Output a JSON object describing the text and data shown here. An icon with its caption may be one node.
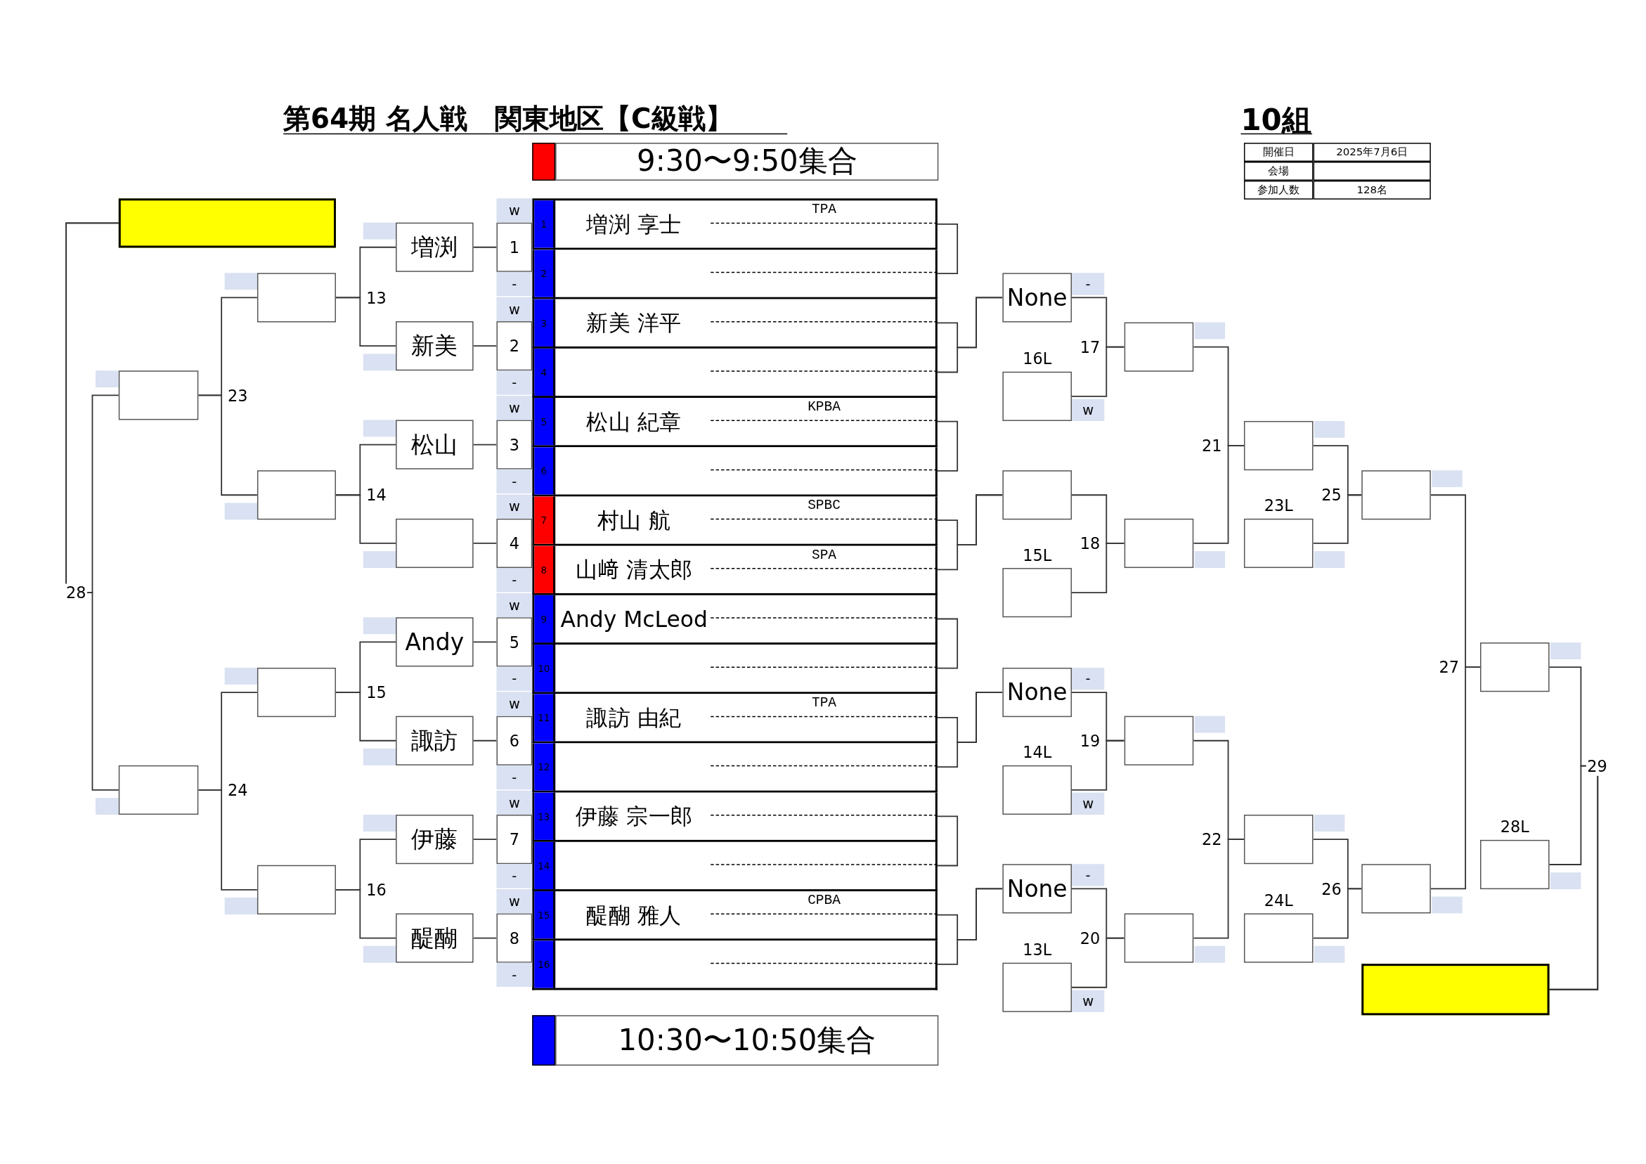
{
  "diagram": {
    "title": "第64期 名人戦　関東地区【C級戦】",
    "nodes": [
      {
        "text": [
          "1",
          "増渕 享士",
          "TPA"
        ]
      },
      {
        "text": [
          "2"
        ]
      },
      {
        "text": [
          "3",
          "新美 洋平"
        ]
      },
      {
        "text": [
          "4"
        ]
      },
      {
        "text": [
          "5",
          "松山 紀章",
          "KPBA"
        ]
      },
      {
        "text": [
          "6"
        ]
      },
      {
        "text": [
          "7",
          "村山 航",
          "SPBC"
        ]
      },
      {
        "text": [
          "8",
          "山﨑 清太郎",
          "SPA"
        ]
      },
      {
        "text": [
          "9",
          "Andy McLeod"
        ]
      },
      {
        "text": [
          "10"
        ]
      },
      {
        "text": [
          "11",
          "諏訪 由紀",
          "TPA"
        ]
      },
      {
        "text": [
          "12"
        ]
      },
      {
        "text": [
          "13",
          "伊藤 宗一郎"
        ]
      },
      {
        "text": [
          "14"
        ]
      },
      {
        "text": [
          "15",
          "醍醐 雅人",
          "CPBA"
        ]
      },
      {
        "text": [
          "16"
        ]
      },
      {
        "text": [
          "1"
        ],
        "beside": [
          "w",
          "-"
        ]
      },
      {
        "text": [
          "2"
        ],
        "beside": [
          "w",
          "-"
        ]
      },
      {
        "text": [
          "3"
        ],
        "beside": [
          "w",
          "-"
        ]
      },
      {
        "text": [
          "4"
        ],
        "beside": [
          "w",
          "-"
        ]
      },
      {
        "text": [
          "5"
        ],
        "beside": [
          "w",
          "-"
        ]
      },
      {
        "text": [
          "6"
        ],
        "beside": [
          "w",
          "-"
        ]
      },
      {
        "text": [
          "7"
        ],
        "beside": [
          "w",
          "-"
        ]
      },
      {
        "text": [
          "8"
        ],
        "beside": [
          "w",
          "-"
        ]
      },
      {
        "text": [
          "増渕"
        ]
      },
      {
        "text": [
          "新美"
        ]
      },
      {
        "text": [
          "松山"
        ]
      },
      {
        "text": [],
        "shape": "box"
      },
      {
        "text": [
          "Andy"
        ]
      },
      {
        "text": [
          "諏訪"
        ]
      },
      {
        "text": [
          "伊藤"
        ]
      },
      {
        "text": [
          "醍醐"
        ]
      },
      {
        "text": [],
        "shape": "box"
      },
      {
        "text": [],
        "shape": "box"
      },
      {
        "text": [],
        "shape": "box"
      },
      {
        "text": [],
        "shape": "box"
      },
      {
        "text": [],
        "shape": "box"
      },
      {
        "text": [],
        "shape": "box"
      },
      {
        "text": [],
        "shape": "box"
      },
      {
        "text": [
          "None"
        ],
        "beside": [
          "-"
        ]
      },
      {
        "text": [],
        "shape": "box",
        "beside": [
          "16L",
          "w"
        ]
      },
      {
        "text": [],
        "shape": "box"
      },
      {
        "text": [],
        "shape": "box",
        "beside": [
          "15L"
        ]
      },
      {
        "text": [
          "None"
        ],
        "beside": [
          "-"
        ]
      },
      {
        "text": [],
        "shape": "box",
        "beside": [
          "14L",
          "w"
        ]
      },
      {
        "text": [
          "None"
        ],
        "beside": [
          "-"
        ]
      },
      {
        "text": [],
        "shape": "box",
        "beside": [
          "13L",
          "w"
        ]
      },
      {
        "text": [],
        "shape": "box"
      },
      {
        "text": [],
        "shape": "box"
      },
      {
        "text": [],
        "shape": "box"
      },
      {
        "text": [],
        "shape": "box"
      },
      {
        "text": [],
        "shape": "box"
      },
      {
        "text": [],
        "shape": "box",
        "beside": [
          "23L"
        ]
      },
      {
        "text": [],
        "shape": "box"
      },
      {
        "text": [],
        "shape": "box",
        "beside": [
          "24L"
        ]
      },
      {
        "text": [],
        "shape": "box"
      },
      {
        "text": [],
        "shape": "box"
      },
      {
        "text": [],
        "shape": "box"
      },
      {
        "text": [],
        "shape": "box",
        "beside": [
          "28L"
        ]
      },
      {
        "text": [],
        "shape": "box"
      }
    ],
    "edges": [
      {
        "from": 16,
        "to": 24,
        "arrow": "none"
      },
      {
        "from": 17,
        "to": 25,
        "arrow": "none"
      },
      {
        "from": 18,
        "to": 26,
        "arrow": "none"
      },
      {
        "from": 19,
        "to": 27,
        "arrow": "none"
      },
      {
        "from": 20,
        "to": 28,
        "arrow": "none"
      },
      {
        "from": 21,
        "to": 29,
        "arrow": "none"
      },
      {
        "from": 22,
        "to": 30,
        "arrow": "none"
      },
      {
        "from": 23,
        "to": 31,
        "arrow": "none"
      },
      {
        "from": 24,
        "to": 32,
        "arrow": "none",
        "label": "13"
      },
      {
        "from": 25,
        "to": 32,
        "arrow": "none"
      },
      {
        "from": 26,
        "to": 33,
        "arrow": "none",
        "label": "14"
      },
      {
        "from": 27,
        "to": 33,
        "arrow": "none"
      },
      {
        "from": 28,
        "to": 34,
        "arrow": "none",
        "label": "15"
      },
      {
        "from": 29,
        "to": 34,
        "arrow": "none"
      },
      {
        "from": 30,
        "to": 35,
        "arrow": "none",
        "label": "16"
      },
      {
        "from": 31,
        "to": 35,
        "arrow": "none"
      },
      {
        "from": 32,
        "to": 36,
        "arrow": "none",
        "label": "23"
      },
      {
        "from": 33,
        "to": 36,
        "arrow": "none"
      },
      {
        "from": 34,
        "to": 37,
        "arrow": "none",
        "label": "24"
      },
      {
        "from": 35,
        "to": 37,
        "arrow": "none"
      },
      {
        "from": 36,
        "to": 38,
        "arrow": "none",
        "label": "28"
      },
      {
        "from": 37,
        "to": 38,
        "arrow": "none"
      },
      {
        "from": 0,
        "to": 1,
        "arrow": "none"
      },
      {
        "from": 2,
        "to": 39,
        "arrow": "none"
      },
      {
        "from": 3,
        "to": 39,
        "arrow": "none"
      },
      {
        "from": 4,
        "to": 5,
        "arrow": "none"
      },
      {
        "from": 6,
        "to": 41,
        "arrow": "none"
      },
      {
        "from": 7,
        "to": 41,
        "arrow": "none"
      },
      {
        "from": 8,
        "to": 9,
        "arrow": "none"
      },
      {
        "from": 10,
        "to": 43,
        "arrow": "none"
      },
      {
        "from": 11,
        "to": 43,
        "arrow": "none"
      },
      {
        "from": 12,
        "to": 13,
        "arrow": "none"
      },
      {
        "from": 14,
        "to": 45,
        "arrow": "none"
      },
      {
        "from": 15,
        "to": 45,
        "arrow": "none"
      },
      {
        "from": 39,
        "to": 47,
        "arrow": "none",
        "label": "17"
      },
      {
        "from": 40,
        "to": 47,
        "arrow": "none"
      },
      {
        "from": 41,
        "to": 48,
        "arrow": "none",
        "label": "18"
      },
      {
        "from": 42,
        "to": 48,
        "arrow": "none"
      },
      {
        "from": 43,
        "to": 49,
        "arrow": "none",
        "label": "19"
      },
      {
        "from": 44,
        "to": 49,
        "arrow": "none"
      },
      {
        "from": 45,
        "to": 50,
        "arrow": "none",
        "label": "20"
      },
      {
        "from": 46,
        "to": 50,
        "arrow": "none"
      },
      {
        "from": 47,
        "to": 51,
        "arrow": "none",
        "label": "21"
      },
      {
        "from": 48,
        "to": 51,
        "arrow": "none"
      },
      {
        "from": 49,
        "to": 53,
        "arrow": "none",
        "label": "22"
      },
      {
        "from": 50,
        "to": 53,
        "arrow": "none"
      },
      {
        "from": 51,
        "to": 55,
        "arrow": "none",
        "label": "25"
      },
      {
        "from": 52,
        "to": 55,
        "arrow": "none"
      },
      {
        "from": 53,
        "to": 56,
        "arrow": "none",
        "label": "26"
      },
      {
        "from": 54,
        "to": 56,
        "arrow": "none"
      },
      {
        "from": 55,
        "to": 57,
        "arrow": "none",
        "label": "27"
      },
      {
        "from": 56,
        "to": 57,
        "arrow": "none"
      },
      {
        "from": 57,
        "to": 59,
        "arrow": "none",
        "label": "29"
      },
      {
        "from": 58,
        "to": 59,
        "arrow": "none"
      }
    ],
    "labels": [
      "10組",
      "開催日",
      "2025年7月6日",
      "会場",
      "参加人数",
      "128名"
    ],
    "legend": [
      {
        "text": "9:30〜9:50集合",
        "color": "#ff0000"
      },
      {
        "text": "10:30〜10:50集合",
        "color": "#0000ff"
      }
    ]
  }
}
